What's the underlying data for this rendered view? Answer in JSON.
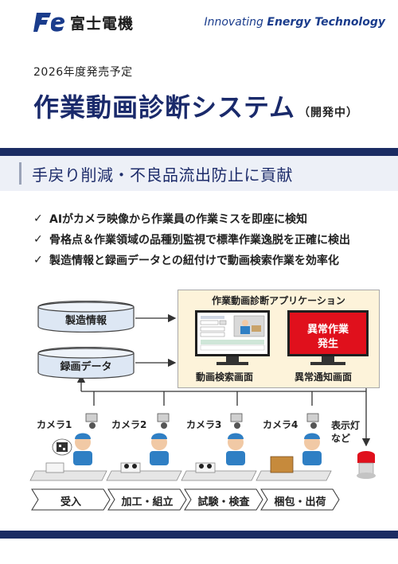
{
  "header": {
    "brand": "富士電機",
    "tagline_a": "Innovating",
    "tagline_b": "Energy Technology",
    "subtitle": "2026年度発売予定",
    "title": "作業動画診断システム",
    "title_tag": "（開発中）"
  },
  "banner": {
    "text": "手戻り削減・不良品流出防止に貢献"
  },
  "bullets": [
    "AIがカメラ映像から作業員の作業ミスを即座に検知",
    "骨格点＆作業領域の品種別監視で標準作業逸脱を正確に検出",
    "製造情報と録画データとの紐付けで動画検索作業を効率化"
  ],
  "diagram": {
    "db_manufacturing": "製造情報",
    "db_recording": "録画データ",
    "app_title": "作業動画診断アプリケーション",
    "search_screen_label": "動画検索画面",
    "alert_screen_label": "異常通知画面",
    "alert_screen_text_1": "異常作業",
    "alert_screen_text_2": "発生",
    "cameras": [
      "カメラ1",
      "カメラ2",
      "カメラ3",
      "カメラ4"
    ],
    "indicator_label_1": "表示灯",
    "indicator_label_2": "など",
    "stages": [
      "受入",
      "加工・組立",
      "試験・検査",
      "梱包・出荷"
    ]
  },
  "colors": {
    "navy": "#1b2c63",
    "title_blue": "#1a2a6b",
    "alert_red": "#e0101c",
    "app_bg": "#fdf3da",
    "db_fill": "#dde7f4"
  }
}
